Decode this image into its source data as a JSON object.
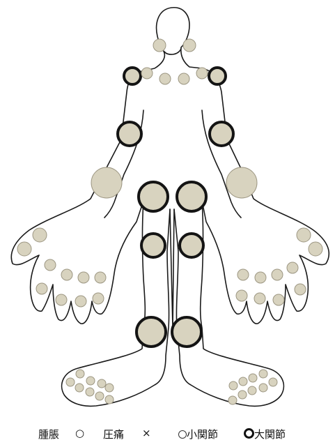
{
  "legend": {
    "swelling_label": "腫脹",
    "swelling_symbol": "○",
    "tenderness_label": "圧痛",
    "tenderness_symbol": "×",
    "small_joint_label": "小関節",
    "large_joint_label": "大関節"
  },
  "colors": {
    "joint_fill": "#d8d3bf",
    "outline": "#1a1a1a"
  }
}
